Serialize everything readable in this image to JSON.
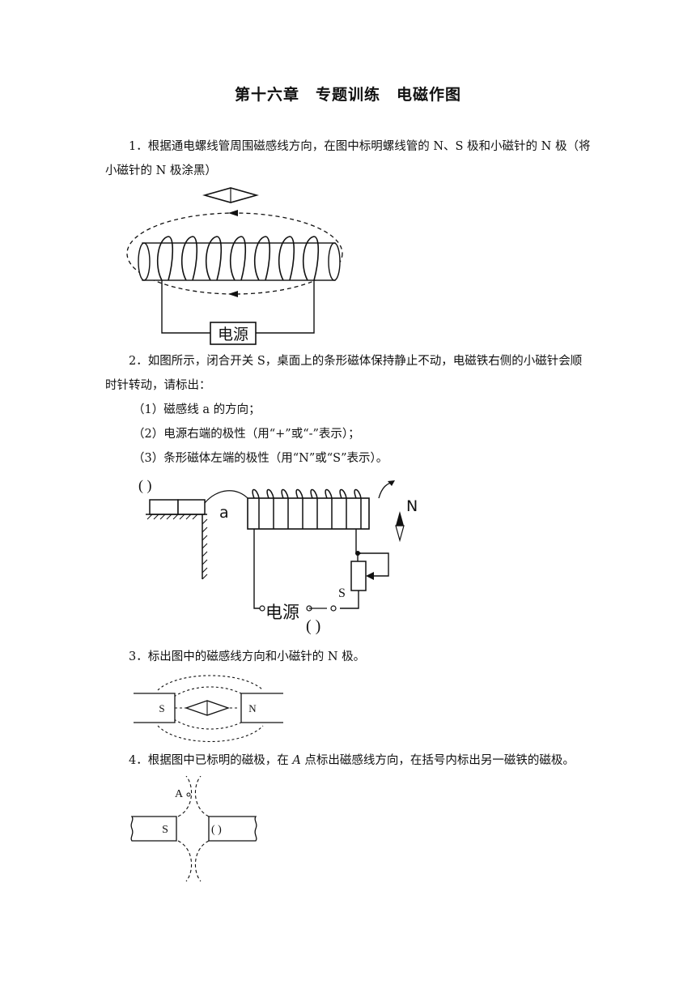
{
  "title": "第十六章　专题训练　电磁作图",
  "q1": {
    "text": "1．根据通电螺线管周围磁感线方向，在图中标明螺线管的 N、S 极和小磁针的 N 极（将小磁针的 N 极涂黑）",
    "power_label": "电源"
  },
  "q2": {
    "intro": "2．如图所示，闭合开关 S，桌面上的条形磁体保持静止不动，电磁铁右侧的小磁针会顺时针转动，请标出：",
    "items": [
      "（1）磁感线 a 的方向；",
      "（2）电源右端的极性（用“+”或“-”表示）；",
      "（3）条形磁体左端的极性（用“N”或“S”表示）。"
    ],
    "bracket_top": "(   )",
    "label_a": "a",
    "label_n": "N",
    "label_s": "S",
    "power_label": "电源",
    "bracket_bottom": "(   )"
  },
  "q3": {
    "text": "3．标出图中的磁感线方向和小磁针的 N 极。",
    "left_pole": "S",
    "right_pole": "N"
  },
  "q4": {
    "text_before": "4．根据图中已标明的磁极，在 ",
    "text_point": "A",
    "text_after": " 点标出磁感线方向，在括号内标出另一磁铁的磁极。",
    "point_label": "A",
    "left_pole": "S",
    "right_bracket": "(   )"
  }
}
